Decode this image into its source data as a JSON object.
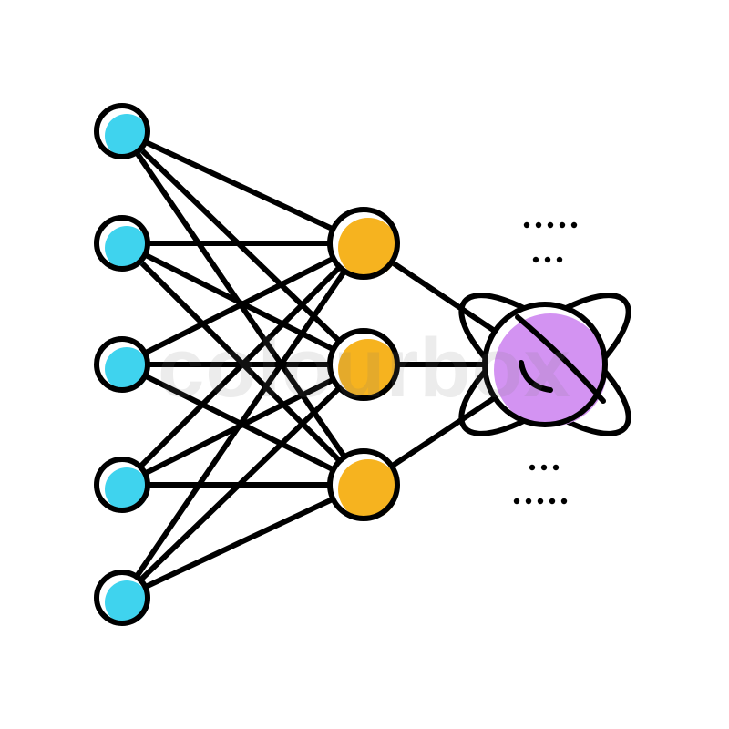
{
  "icon": {
    "name": "neural-network-icon",
    "colors": {
      "input_fill": "#3fd3ee",
      "hidden_fill": "#f6b31f",
      "output_fill": "#d393f2",
      "stroke": "#000000",
      "background": "#ffffff"
    },
    "layers": {
      "input": {
        "node_count": 5
      },
      "hidden": {
        "node_count": 3
      },
      "output": {
        "node_count": 1,
        "icon": "atom-icon"
      }
    },
    "connections": "fully-connected",
    "decor": {
      "dot_rows_above": [
        5,
        3
      ],
      "dot_rows_below": [
        3,
        5
      ]
    }
  },
  "watermark": {
    "text": "colourbox"
  }
}
